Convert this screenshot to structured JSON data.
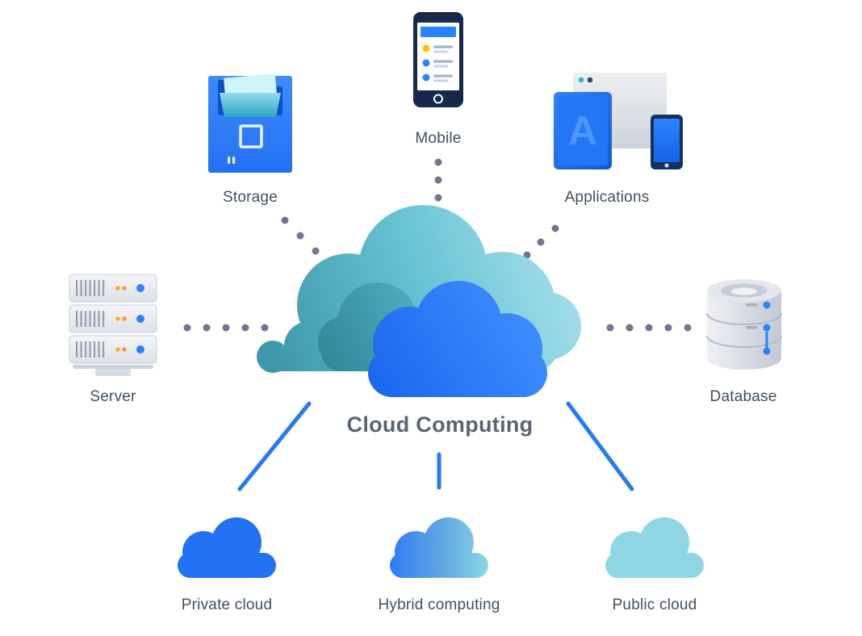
{
  "diagram": {
    "title": "Cloud Computing",
    "nodes": {
      "storage": {
        "label": "Storage"
      },
      "mobile": {
        "label": "Mobile"
      },
      "applications": {
        "label": "Applications",
        "tablet_letter": "A"
      },
      "server": {
        "label": "Server"
      },
      "database": {
        "label": "Database"
      },
      "private_cloud": {
        "label": "Private cloud"
      },
      "hybrid_computing": {
        "label": "Hybrid computing"
      },
      "public_cloud": {
        "label": "Public cloud"
      }
    },
    "edges": {
      "dotted": [
        {
          "from": "storage",
          "to": "cloud-computing"
        },
        {
          "from": "mobile",
          "to": "cloud-computing"
        },
        {
          "from": "applications",
          "to": "cloud-computing"
        },
        {
          "from": "server",
          "to": "cloud-computing"
        },
        {
          "from": "database",
          "to": "cloud-computing"
        }
      ],
      "solid": [
        {
          "from": "cloud-computing",
          "to": "private_cloud"
        },
        {
          "from": "cloud-computing",
          "to": "hybrid_computing"
        },
        {
          "from": "cloud-computing",
          "to": "public_cloud"
        }
      ]
    },
    "colors": {
      "primary_blue": "#2684FF",
      "deep_blue": "#1C6EF2",
      "teal": "#3E98AA",
      "light_teal": "#ABE1EE",
      "public_cloud_fill": "#8FD6E4",
      "private_cloud_fill": "#2173F4",
      "label_text": "#414F63",
      "title_text": "#5A6572",
      "connector_dot": "#6E7990",
      "connector_line": "#2479F6"
    }
  }
}
